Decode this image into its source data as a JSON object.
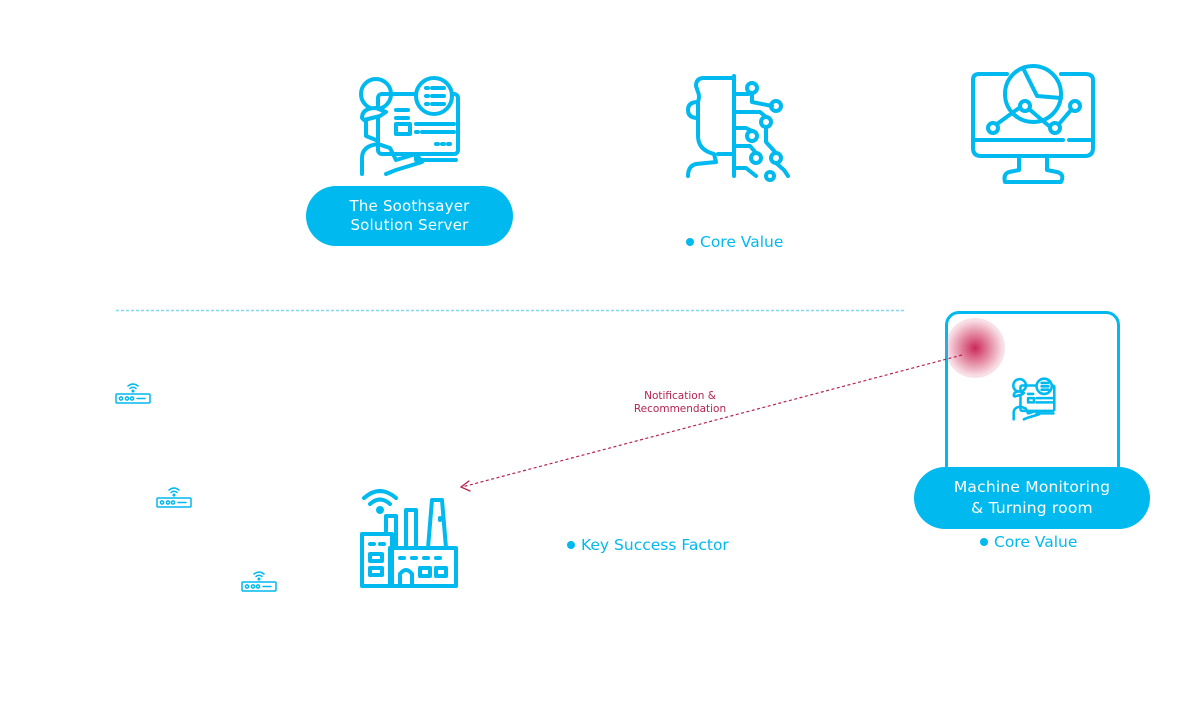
{
  "colors": {
    "accent": "#00b9ef",
    "notification": "#b4244f",
    "divider": "#7fd8f5"
  },
  "top_row": {
    "server": {
      "icon": "operator-at-computer-icon",
      "label_line1": "The Soothsayer",
      "label_line2": "Solution Server"
    },
    "ai": {
      "icon": "ai-cyborg-head-icon",
      "bullet": "Core Value"
    },
    "analytics": {
      "icon": "monitor-analytics-chart-icon"
    }
  },
  "bottom_row": {
    "routers": [
      {
        "icon": "wifi-router-icon"
      },
      {
        "icon": "wifi-router-icon"
      },
      {
        "icon": "wifi-router-icon"
      }
    ],
    "factory": {
      "icon": "smart-factory-icon",
      "bullet": "Key Success Factor"
    },
    "notification": {
      "line1": "Notification &",
      "line2": "Recommendation"
    },
    "monitoring": {
      "icon": "operator-at-computer-icon",
      "label_line1": "Machine Monitoring",
      "label_line2": "& Turning room",
      "bullet": "Core Value"
    }
  }
}
